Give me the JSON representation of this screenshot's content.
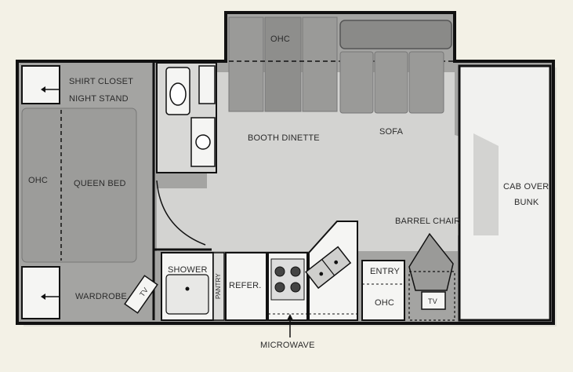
{
  "diagram": {
    "colors": {
      "wall": "#111111",
      "floor_dark": "#a4a4a2",
      "floor_light": "#d3d3d1",
      "cabinet": "#9a9a98",
      "background": "#f3f1e6",
      "label": "#2b2b2b"
    },
    "labels": {
      "ohc_top": "OHC",
      "shirt_closet": "SHIRT CLOSET",
      "night_stand": "NIGHT STAND",
      "ohc_left": "OHC",
      "queen_bed": "QUEEN BED",
      "booth_dinette": "BOOTH DINETTE",
      "sofa": "SOFA",
      "cab_over": "CAB OVER",
      "bunk": "BUNK",
      "barrel_chair": "BARREL CHAIR",
      "wardrobe": "WARDROBE",
      "tv_rear": "TV",
      "shower": "SHOWER",
      "pantry": "PANTRY",
      "refer": "REFER.",
      "entry": "ENTRY",
      "ohc_front": "OHC",
      "tv_front": "TV",
      "microwave": "MICROWAVE"
    }
  }
}
